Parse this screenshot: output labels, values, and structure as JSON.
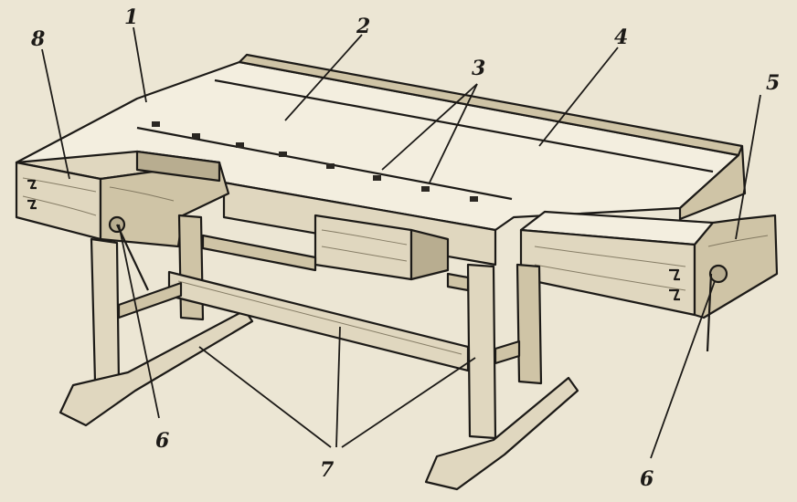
{
  "labels": {
    "n1": "1",
    "n2": "2",
    "n3": "3",
    "n4": "4",
    "n5": "5",
    "n6_left": "6",
    "n6_right": "6",
    "n7": "7",
    "n8": "8"
  }
}
